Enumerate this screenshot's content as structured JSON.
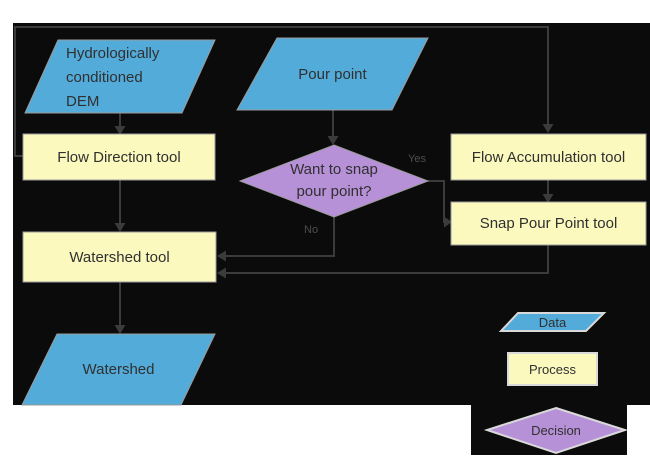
{
  "diagram": {
    "nodes": {
      "dem": {
        "type": "data",
        "lines": [
          "Hydrologically",
          "conditioned",
          "DEM"
        ]
      },
      "pour_point": {
        "type": "data",
        "label": "Pour point"
      },
      "flow_direction": {
        "type": "process",
        "label": "Flow Direction tool"
      },
      "snap_decision": {
        "type": "decision",
        "lines": [
          "Want to snap",
          "pour point?"
        ]
      },
      "flow_accumulation": {
        "type": "process",
        "label": "Flow Accumulation tool"
      },
      "snap_pour_point": {
        "type": "process",
        "label": "Snap Pour Point tool"
      },
      "watershed_tool": {
        "type": "process",
        "label": "Watershed tool"
      },
      "watershed": {
        "type": "data",
        "label": "Watershed"
      }
    },
    "edges": [
      {
        "from": "dem",
        "to": "flow_direction"
      },
      {
        "from": "flow_direction",
        "to": "flow_accumulation"
      },
      {
        "from": "flow_direction",
        "to": "watershed_tool"
      },
      {
        "from": "pour_point",
        "to": "snap_decision"
      },
      {
        "from": "snap_decision",
        "to": "snap_pour_point",
        "label": "Yes"
      },
      {
        "from": "snap_decision",
        "to": "watershed_tool",
        "label": "No"
      },
      {
        "from": "flow_accumulation",
        "to": "snap_pour_point"
      },
      {
        "from": "snap_pour_point",
        "to": "watershed_tool"
      },
      {
        "from": "watershed_tool",
        "to": "watershed"
      }
    ],
    "legend": {
      "data": "Data",
      "process": "Process",
      "decision": "Decision"
    },
    "colors": {
      "data_fill": "#53ABD9",
      "process_fill": "#FBF9BE",
      "decision_fill": "#B791D7",
      "connector": "#3B3B3B",
      "canvas": "#0B0B0B",
      "text": "#303030"
    }
  }
}
